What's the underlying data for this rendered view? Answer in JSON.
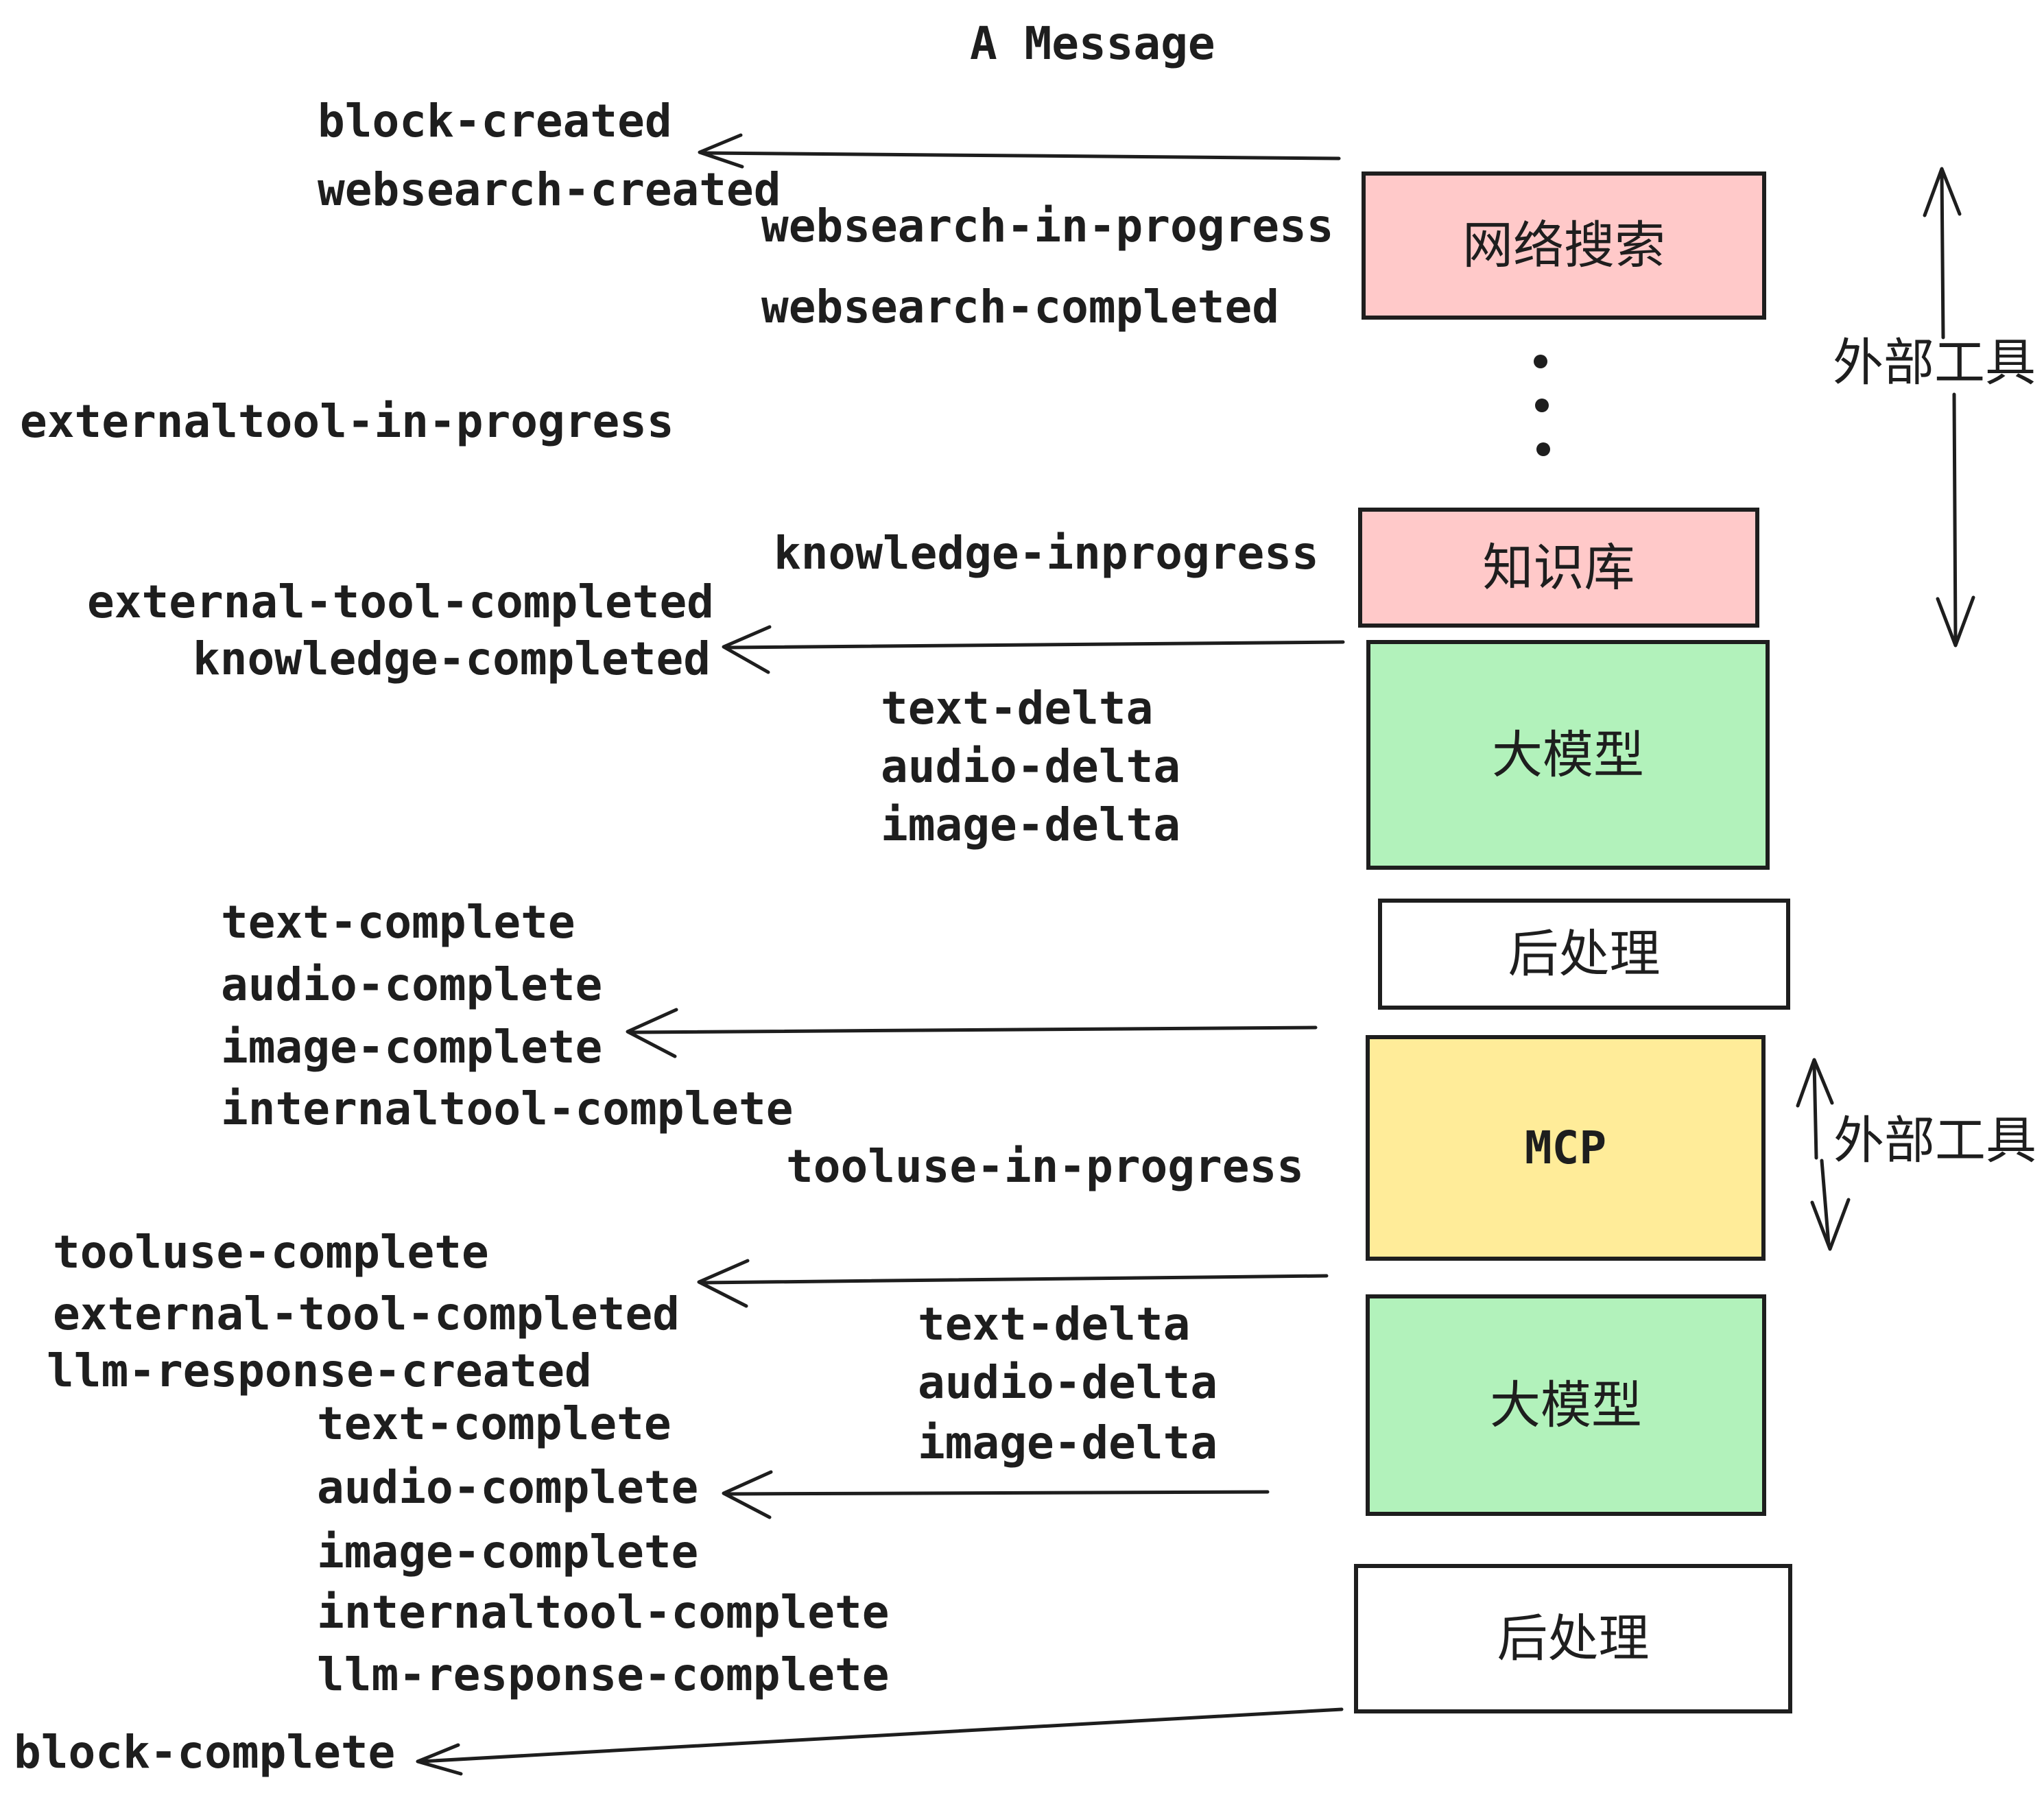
{
  "title": "A Message",
  "colors": {
    "stroke": "#1e1e1e",
    "box_pink": "#ffc9c9",
    "box_green": "#b2f2bb",
    "box_yellow": "#ffec99",
    "background": "#ffffff"
  },
  "boxes": [
    {
      "label": "网络搜索",
      "color": "pink"
    },
    {
      "label": "知识库",
      "color": "pink"
    },
    {
      "label": "大模型",
      "color": "green"
    },
    {
      "label": "后处理",
      "color": "white"
    },
    {
      "label": "MCP",
      "color": "yellow"
    },
    {
      "label": "大模型",
      "color": "green"
    },
    {
      "label": "后处理",
      "color": "white"
    }
  ],
  "side_labels": [
    {
      "text": "外部工具"
    },
    {
      "text": "外部工具"
    }
  ],
  "events": [
    {
      "text": "block-created"
    },
    {
      "text": "websearch-created"
    },
    {
      "text": "websearch-in-progress"
    },
    {
      "text": "websearch-completed"
    },
    {
      "text": "externaltool-in-progress"
    },
    {
      "text": "knowledge-inprogress"
    },
    {
      "text": "external-tool-completed"
    },
    {
      "text": "knowledge-completed"
    },
    {
      "text": "text-delta"
    },
    {
      "text": "audio-delta"
    },
    {
      "text": "image-delta"
    },
    {
      "text": "text-complete"
    },
    {
      "text": "audio-complete"
    },
    {
      "text": "image-complete"
    },
    {
      "text": "internaltool-complete"
    },
    {
      "text": "tooluse-in-progress"
    },
    {
      "text": "tooluse-complete"
    },
    {
      "text": "external-tool-completed"
    },
    {
      "text": "llm-response-created"
    },
    {
      "text": "text-complete"
    },
    {
      "text": "audio-complete"
    },
    {
      "text": "image-complete"
    },
    {
      "text": "internaltool-complete"
    },
    {
      "text": "llm-response-complete"
    },
    {
      "text": "block-complete"
    },
    {
      "text": "text-delta"
    },
    {
      "text": "audio-delta"
    },
    {
      "text": "image-delta"
    }
  ],
  "icons": {
    "vertical_ellipsis": "three stacked dots between 网络搜索 and 知识库 boxes"
  }
}
